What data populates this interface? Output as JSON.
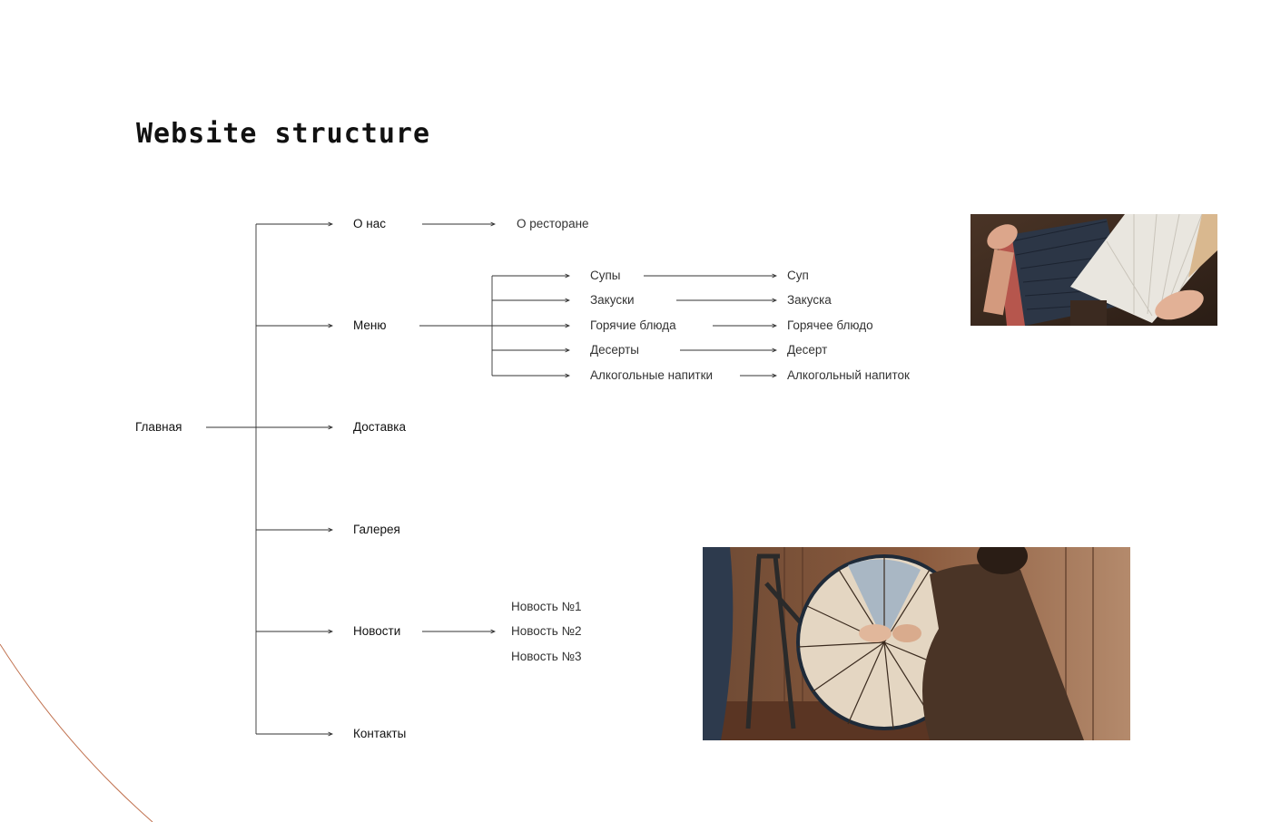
{
  "title": "Website structure",
  "root": "Главная",
  "sections": [
    {
      "label": "О нас",
      "children": [
        "О ресторане"
      ]
    },
    {
      "label": "Меню",
      "children": [
        "Супы",
        "Закуски",
        "Горячие блюда",
        "Десерты",
        "Алкогольные напитки"
      ]
    },
    {
      "label": "Доставка",
      "children": []
    },
    {
      "label": "Галерея",
      "children": []
    },
    {
      "label": "Новости",
      "children": [
        "Новость №1",
        "Новость №2",
        "Новость №3"
      ]
    },
    {
      "label": "Контакты",
      "children": []
    }
  ],
  "menu_items": [
    "Суп",
    "Закуска",
    "Горячее блюдо",
    "Десерт",
    "Алкогольный напиток"
  ],
  "colors": {
    "line": "#333333",
    "arc": "#c0714f"
  },
  "images": [
    {
      "name": "hands-with-fans-photo",
      "subject": "hands holding folding fans"
    },
    {
      "name": "umbrella-craft-photo",
      "subject": "person crafting a paper umbrella"
    }
  ]
}
